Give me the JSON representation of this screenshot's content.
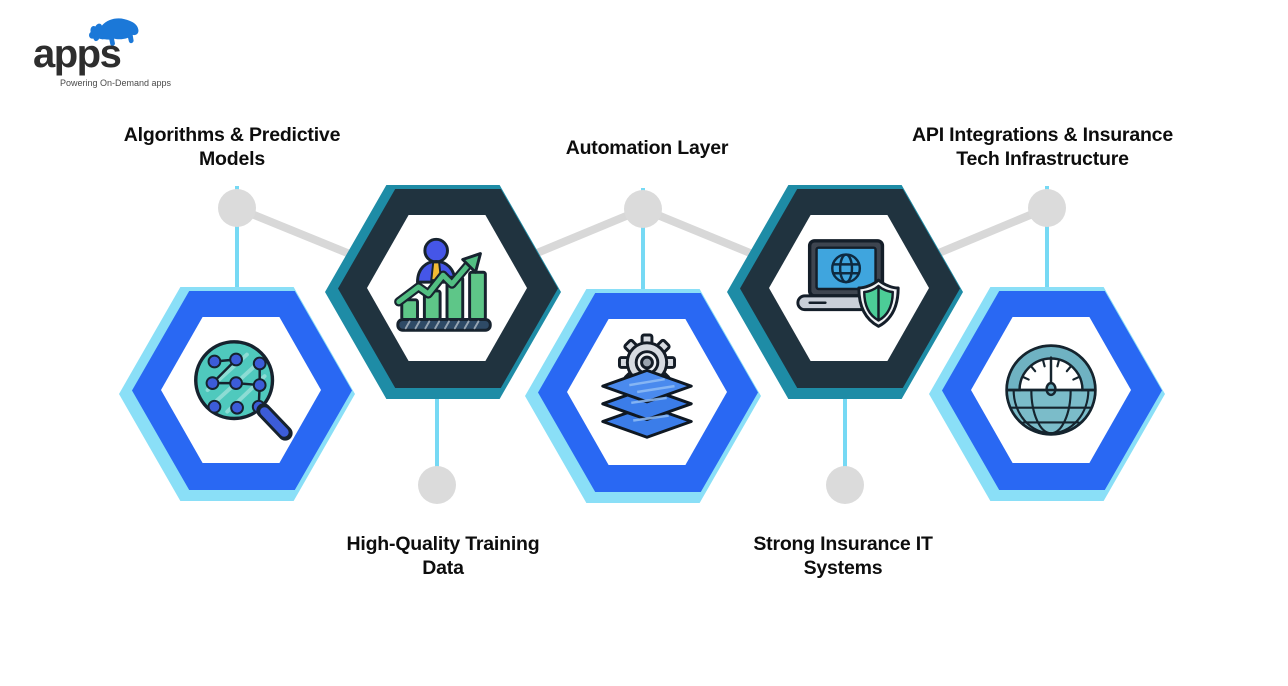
{
  "brand": {
    "name": "apps",
    "tagline": "Powering On-Demand apps"
  },
  "diagram": {
    "items": [
      {
        "id": "algorithms",
        "label": "Algorithms & Predictive Models",
        "hex_style": "blue",
        "label_position": "top",
        "icon": "network-magnifier-icon"
      },
      {
        "id": "training-data",
        "label": "High-Quality Training Data",
        "hex_style": "dark",
        "label_position": "bottom",
        "icon": "growth-chart-person-icon"
      },
      {
        "id": "automation",
        "label": "Automation Layer",
        "hex_style": "blue",
        "label_position": "top",
        "icon": "gear-layers-icon"
      },
      {
        "id": "insurance-it",
        "label": "Strong Insurance IT Systems",
        "hex_style": "dark",
        "label_position": "bottom",
        "icon": "laptop-shield-icon"
      },
      {
        "id": "api-integrations",
        "label": "API Integrations & Insurance Tech Infrastructure",
        "hex_style": "blue",
        "label_position": "top",
        "icon": "globe-gauge-icon"
      }
    ],
    "colors": {
      "hex_blue": "#2968F3",
      "hex_light_blue": "#8ADFF7",
      "hex_teal": "#1E8CA6",
      "hex_navy": "#20333F",
      "node_gray": "#DBDBDB",
      "connector_gray": "#D8D8D8",
      "connector_cyan": "#76D9F4",
      "label_text": "#0D0D0D",
      "brand_blue": "#1B78D8"
    }
  }
}
